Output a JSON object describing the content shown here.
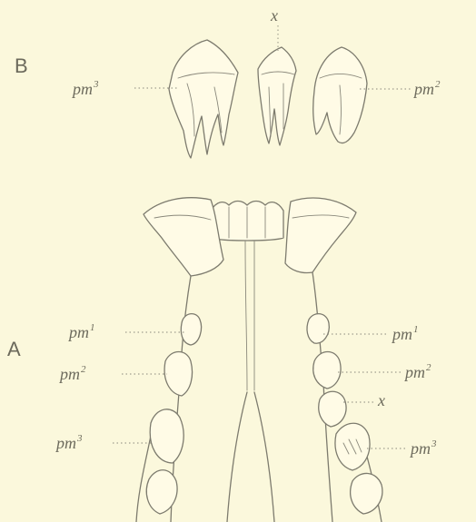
{
  "panels": {
    "a": "A",
    "b": "B"
  },
  "labels": {
    "b_pm3": {
      "base": "pm",
      "sup": "3"
    },
    "b_x": {
      "base": "x"
    },
    "b_pm2": {
      "base": "pm",
      "sup": "2"
    },
    "a_left_pm1": {
      "base": "pm",
      "sup": "1"
    },
    "a_left_pm2": {
      "base": "pm",
      "sup": "2"
    },
    "a_left_pm3": {
      "base": "pm",
      "sup": "3"
    },
    "a_right_pm1": {
      "base": "pm",
      "sup": "1"
    },
    "a_right_pm2": {
      "base": "pm",
      "sup": "2"
    },
    "a_right_x": {
      "base": "x"
    },
    "a_right_pm3": {
      "base": "pm",
      "sup": "3"
    }
  }
}
